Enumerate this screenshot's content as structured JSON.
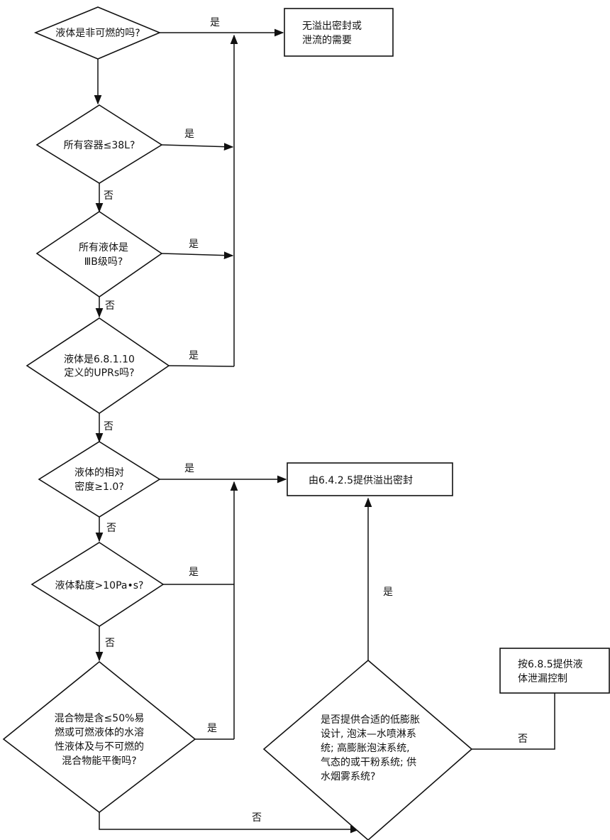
{
  "nodes": {
    "d1": [
      "液体是非可燃的吗?"
    ],
    "d2": [
      "所有容器≤38L?"
    ],
    "d3": [
      "所有液体是",
      "ⅢB级吗?"
    ],
    "d4": [
      "液体是6.8.1.10",
      "定义的UPRs吗?"
    ],
    "d5": [
      "液体的相对",
      "密度≥1.0?"
    ],
    "d6": [
      "液体黏度>10Pa•s?"
    ],
    "d7": [
      "混合物是含≤50%易",
      "燃或可燃液体的水溶",
      "性液体及与不可燃的",
      "混合物能平衡吗?"
    ],
    "d8": [
      "是否提供合适的低膨胀",
      "设计, 泡沫—水喷淋系",
      "统; 高膨胀泡沫系统,",
      "气态的或干粉系统; 供",
      "水烟雾系统?"
    ],
    "b1": [
      "无溢出密封或",
      "泄流的需要"
    ],
    "b2": [
      "由6.4.2.5提供溢出密封"
    ],
    "b3": [
      "按6.8.5提供液",
      "体泄漏控制"
    ]
  },
  "edges": {
    "yes1": "是",
    "yes2": "是",
    "no2": "否",
    "yes3": "是",
    "no3": "否",
    "yes4": "是",
    "no4": "否",
    "yes5": "是",
    "no5": "否",
    "yes6": "是",
    "no6": "否",
    "yes7": "是",
    "no7": "否",
    "yes8": "是",
    "no8": "否"
  }
}
